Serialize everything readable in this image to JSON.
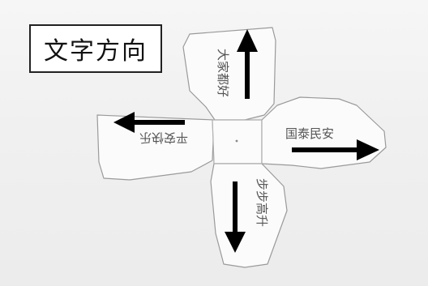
{
  "title": {
    "text": "文字方向"
  },
  "panels": {
    "top": {
      "text": "大家都好"
    },
    "left": {
      "text": "平安快乐"
    },
    "right": {
      "text": "国泰民安"
    },
    "bottom": {
      "text": "步步高升"
    }
  },
  "colors": {
    "paper": "#fbfbfb",
    "paper_edge": "#9a9a9a",
    "arrow": "#000000",
    "handwriting": "#555555",
    "background": "#f1f1f1"
  },
  "icons": {
    "up": "arrow-up-icon",
    "left": "arrow-left-icon",
    "right": "arrow-right-icon",
    "down": "arrow-down-icon"
  }
}
